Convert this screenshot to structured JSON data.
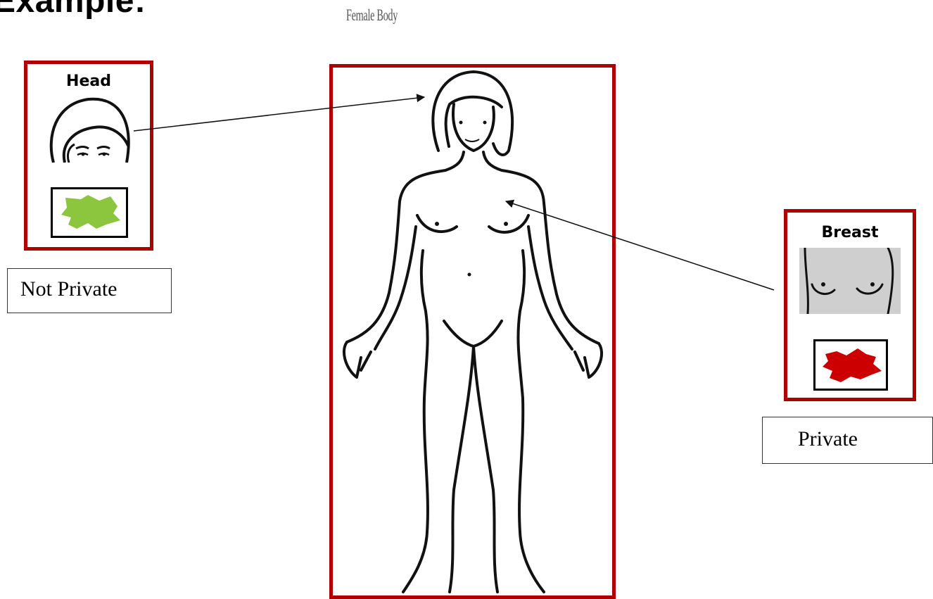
{
  "heading": "Example:",
  "body_title": "Female Body",
  "head_card": {
    "title": "Head",
    "swatch_color": "#8cc63f",
    "label": "Not Private"
  },
  "breast_card": {
    "title": "Breast",
    "swatch_color": "#cc0000",
    "label": "Private"
  },
  "colors": {
    "frame": "#b00000",
    "outline": "#111111"
  }
}
